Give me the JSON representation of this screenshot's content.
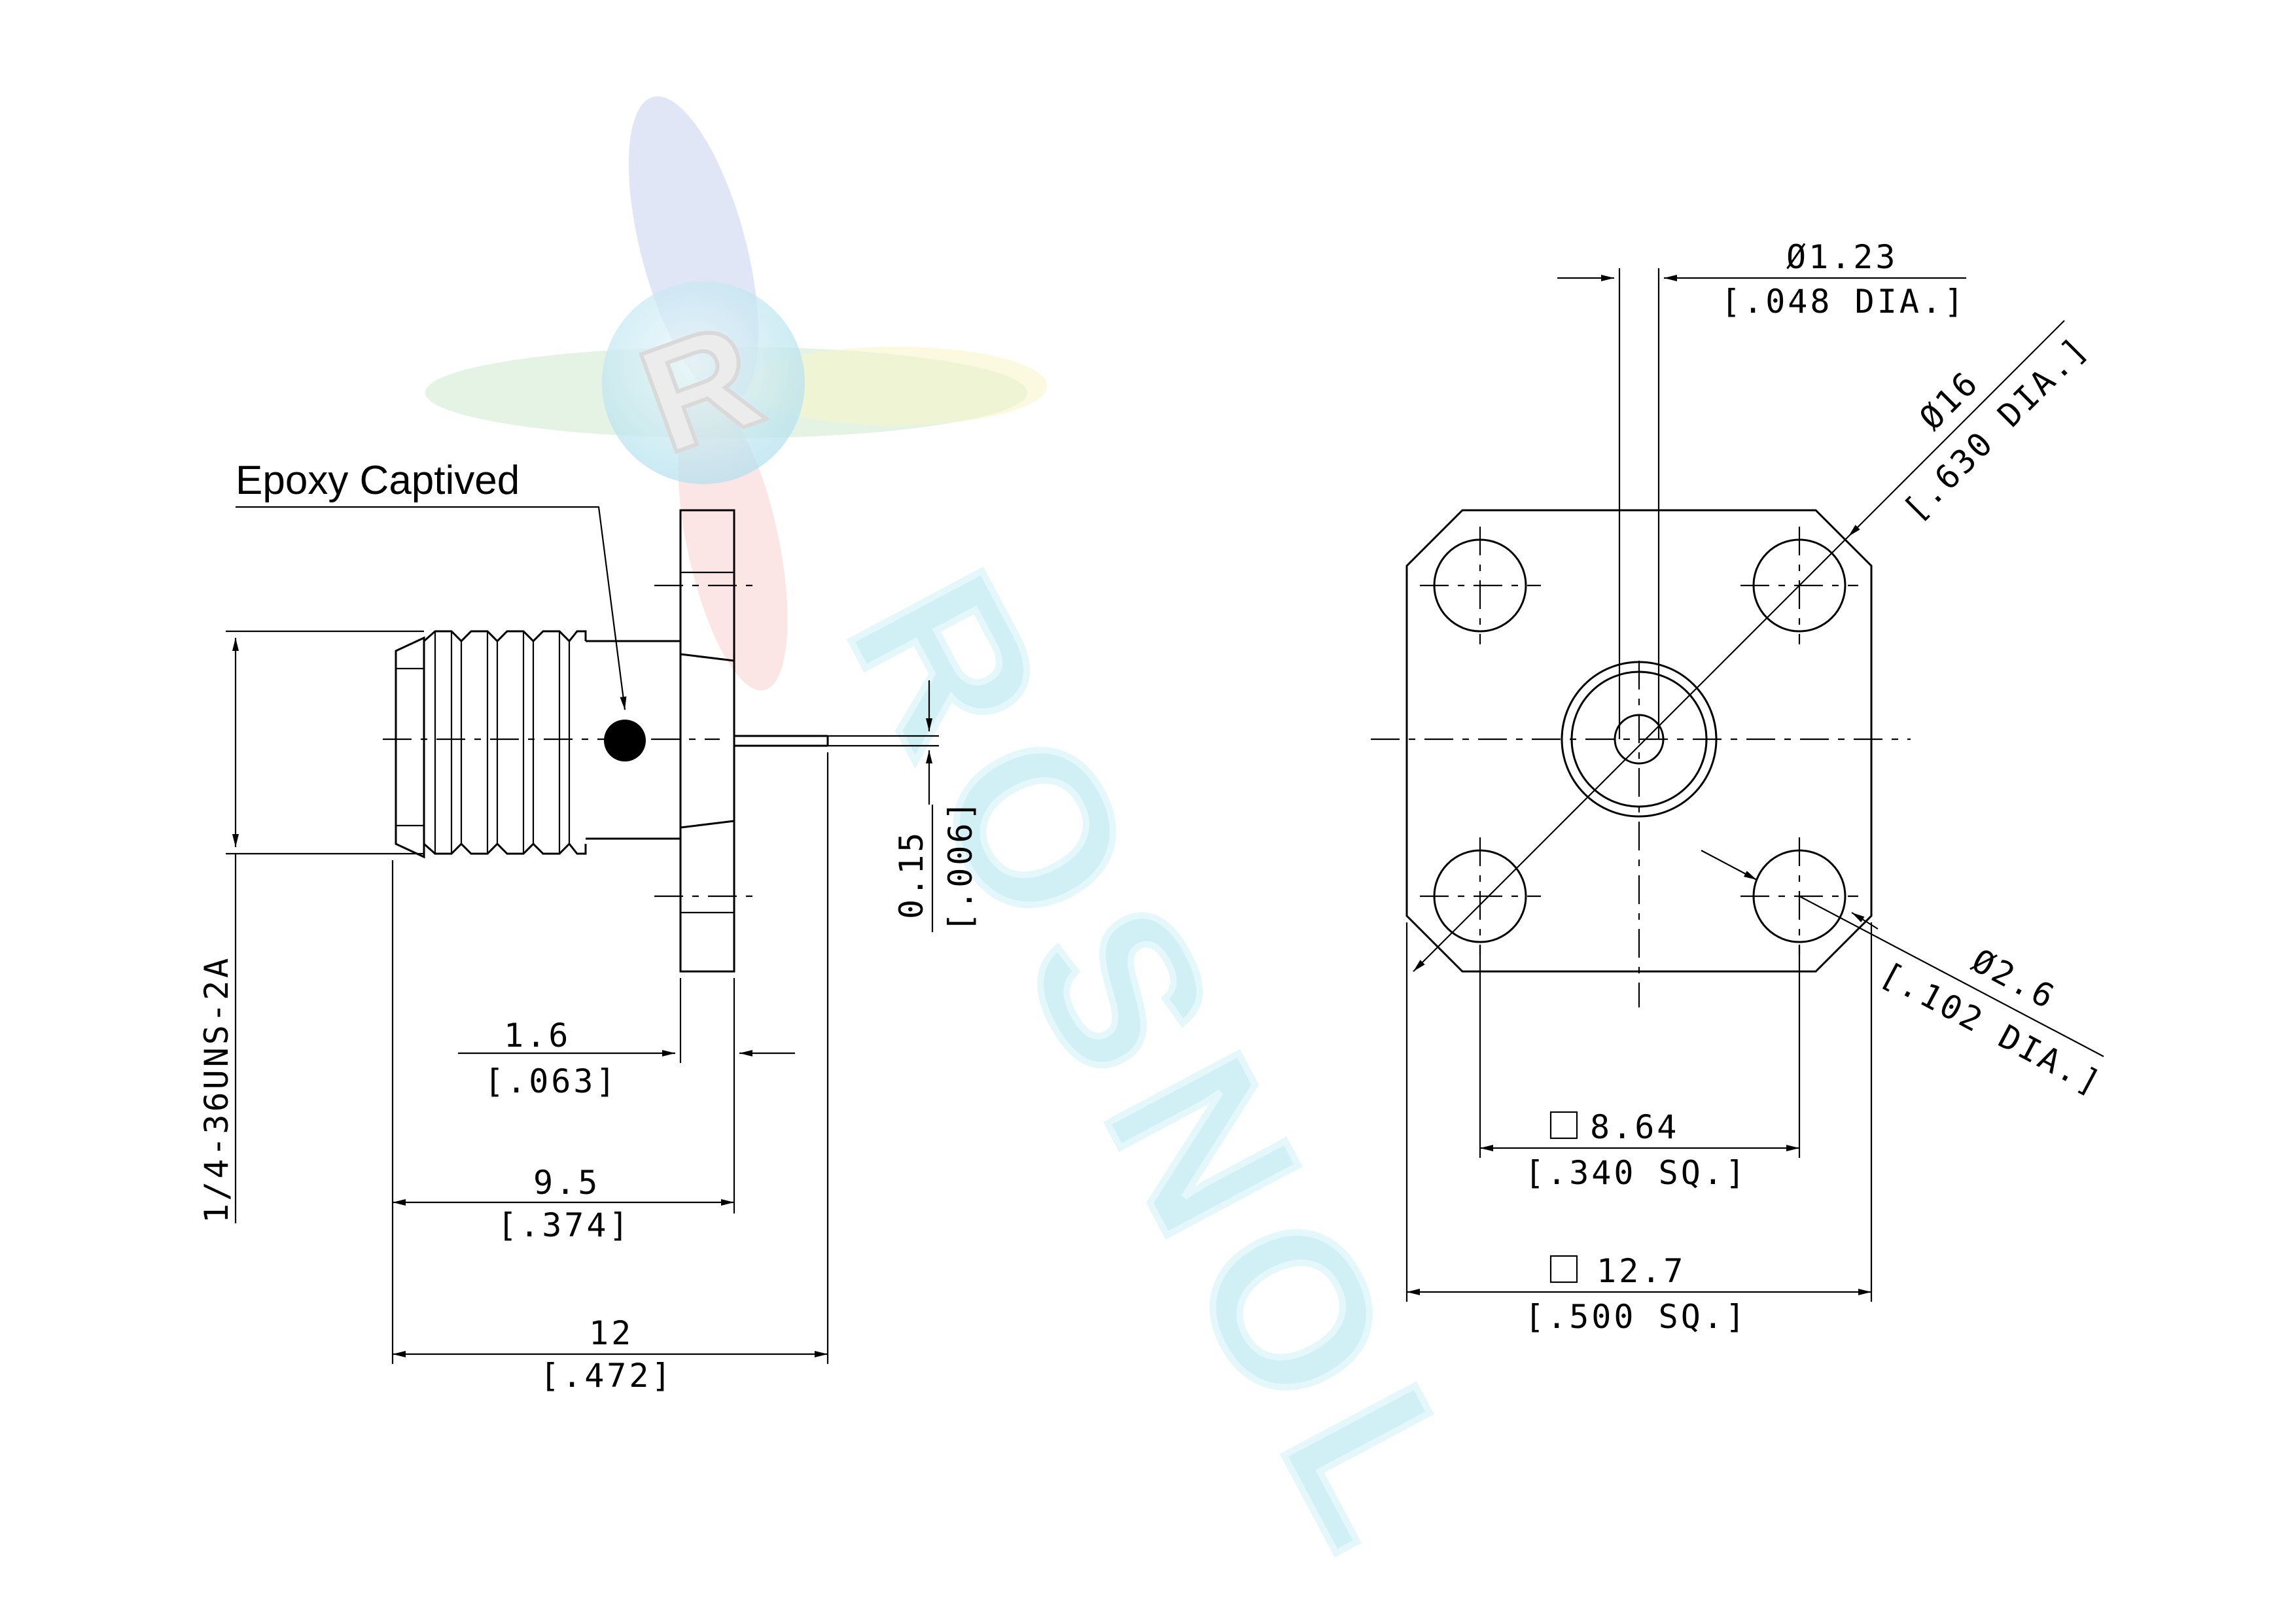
{
  "watermark": {
    "logo_letter": "R",
    "brand": "ROSNOL",
    "colors": {
      "blue": "#8fa6de",
      "green": "#9fd69f",
      "yellow": "#f5f0a0",
      "red": "#f4a8a8",
      "cyan": "#c9eef5"
    }
  },
  "side_view": {
    "callout": "Epoxy Captived",
    "thread_spec": "1/4-36UNS-2A",
    "pin_offset": {
      "mm": "0.15",
      "in": "[.006]"
    },
    "flange_thickness": {
      "mm": "1.6",
      "in": "[.063]"
    },
    "body_to_flange": {
      "mm": "9.5",
      "in": "[.374]"
    },
    "overall_length": {
      "mm": "12",
      "in": "[.472]"
    }
  },
  "front_view": {
    "pin_diameter": {
      "mm": "Ø1.23",
      "in": "[.048 DIA.]"
    },
    "bolt_circle": {
      "mm": "Ø16",
      "in": "[.630 DIA.]"
    },
    "hole_diameter": {
      "mm": "Ø2.6",
      "in": "[.102 DIA.]"
    },
    "hole_spacing": {
      "mm": "8.64",
      "in": "[.340 SQ.]"
    },
    "flange_size": {
      "mm": "12.7",
      "in": "[.500 SQ.]"
    }
  }
}
